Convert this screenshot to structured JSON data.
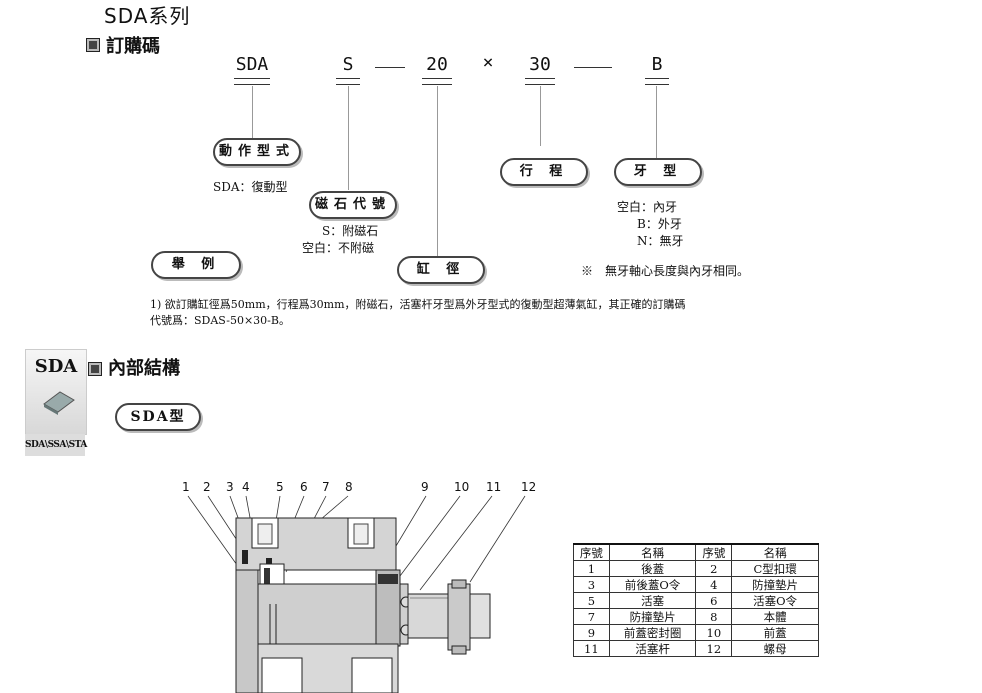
{
  "header": {
    "series_title": "SDA系列"
  },
  "order_section": {
    "heading": "訂購碼",
    "code_parts": [
      "SDA",
      "S",
      "20",
      "30",
      "B"
    ],
    "separators": [
      "—",
      "×",
      "—"
    ],
    "labels": {
      "action": "動作型式",
      "magnet": "磁石代號",
      "bore": "缸 徑",
      "stroke": "行 程",
      "thread": "牙 型",
      "example": "舉 例"
    },
    "action_desc": "SDA：復動型",
    "magnet_desc": [
      "S：附磁石",
      "空白：不附磁"
    ],
    "thread_desc": [
      "空白：內牙",
      "B：外牙",
      "N：無牙"
    ],
    "note": "※　無牙軸心長度與內牙相同。",
    "example_text": [
      "1) 欲訂購缸徑爲50mm，行程爲30mm，附磁石，活塞杆牙型爲外牙型式的復動型超薄氣缸，其正確的訂購碼",
      "代號爲：SDAS-50×30-B。"
    ]
  },
  "structure_section": {
    "heading": "內部結構",
    "thumb_label": "SDA",
    "thumb_caption": "SDA\\SSA\\STA",
    "type_label": "SDA型",
    "callouts": [
      "1",
      "2",
      "3",
      "4",
      "5",
      "6",
      "7",
      "8",
      "9",
      "10",
      "11",
      "12"
    ]
  },
  "parts_table": {
    "headers": [
      "序號",
      "名稱",
      "序號",
      "名稱"
    ],
    "rows": [
      [
        "1",
        "後蓋",
        "2",
        "C型扣環"
      ],
      [
        "3",
        "前後蓋O令",
        "4",
        "防撞墊片"
      ],
      [
        "5",
        "活塞",
        "6",
        "活塞O令"
      ],
      [
        "7",
        "防撞墊片",
        "8",
        "本體"
      ],
      [
        "9",
        "前蓋密封圈",
        "10",
        "前蓋"
      ],
      [
        "11",
        "活塞杆",
        "12",
        "螺母"
      ]
    ]
  }
}
